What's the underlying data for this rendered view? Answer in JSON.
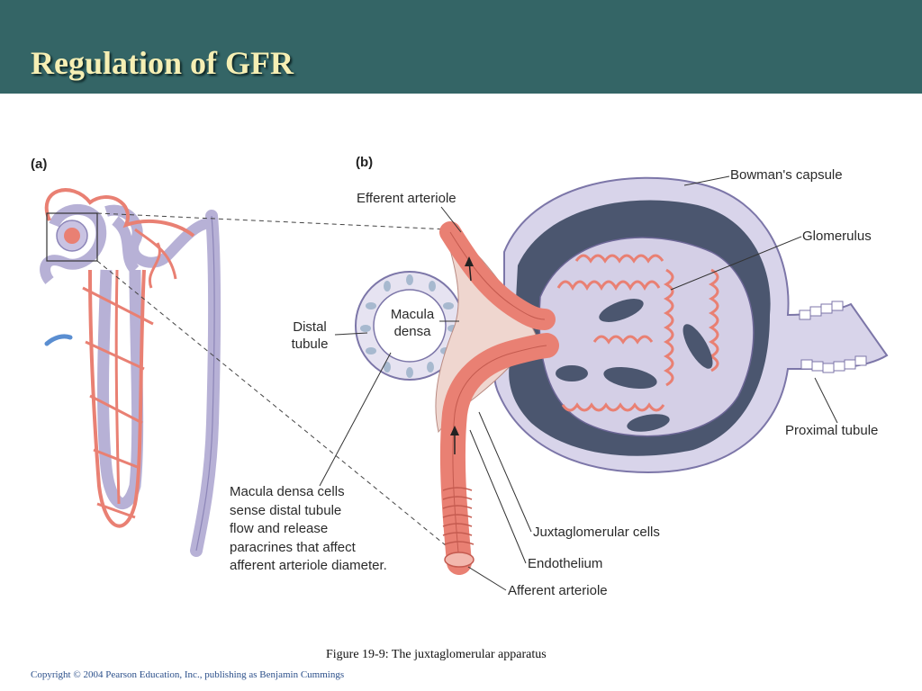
{
  "slide": {
    "title": "Regulation of GFR",
    "caption": "Figure 19-9: The juxtaglomerular apparatus",
    "copyright": "Copyright © 2004 Pearson Education, Inc., publishing as Benjamin Cummings"
  },
  "panels": {
    "a": "(a)",
    "b": "(b)"
  },
  "labels": {
    "efferent_arteriole": "Efferent arteriole",
    "bowmans_capsule": "Bowman's capsule",
    "glomerulus": "Glomerulus",
    "distal_tubule_1": "Distal",
    "distal_tubule_2": "tubule",
    "macula_densa_1": "Macula",
    "macula_densa_2": "densa",
    "proximal_tubule": "Proximal tubule",
    "macula_note": [
      "Macula densa cells",
      "sense distal tubule",
      "flow and release",
      "paracrines that affect",
      "afferent arteriole diameter."
    ],
    "juxtaglomerular_cells": "Juxtaglomerular cells",
    "endothelium": "Endothelium",
    "afferent_arteriole": "Afferent arteriole"
  },
  "colors": {
    "header": "#346566",
    "title_text": "#f6efb4",
    "vessel": "#e98073",
    "tubule": "#b7b1d6",
    "capsule_dark": "#4b566f"
  }
}
